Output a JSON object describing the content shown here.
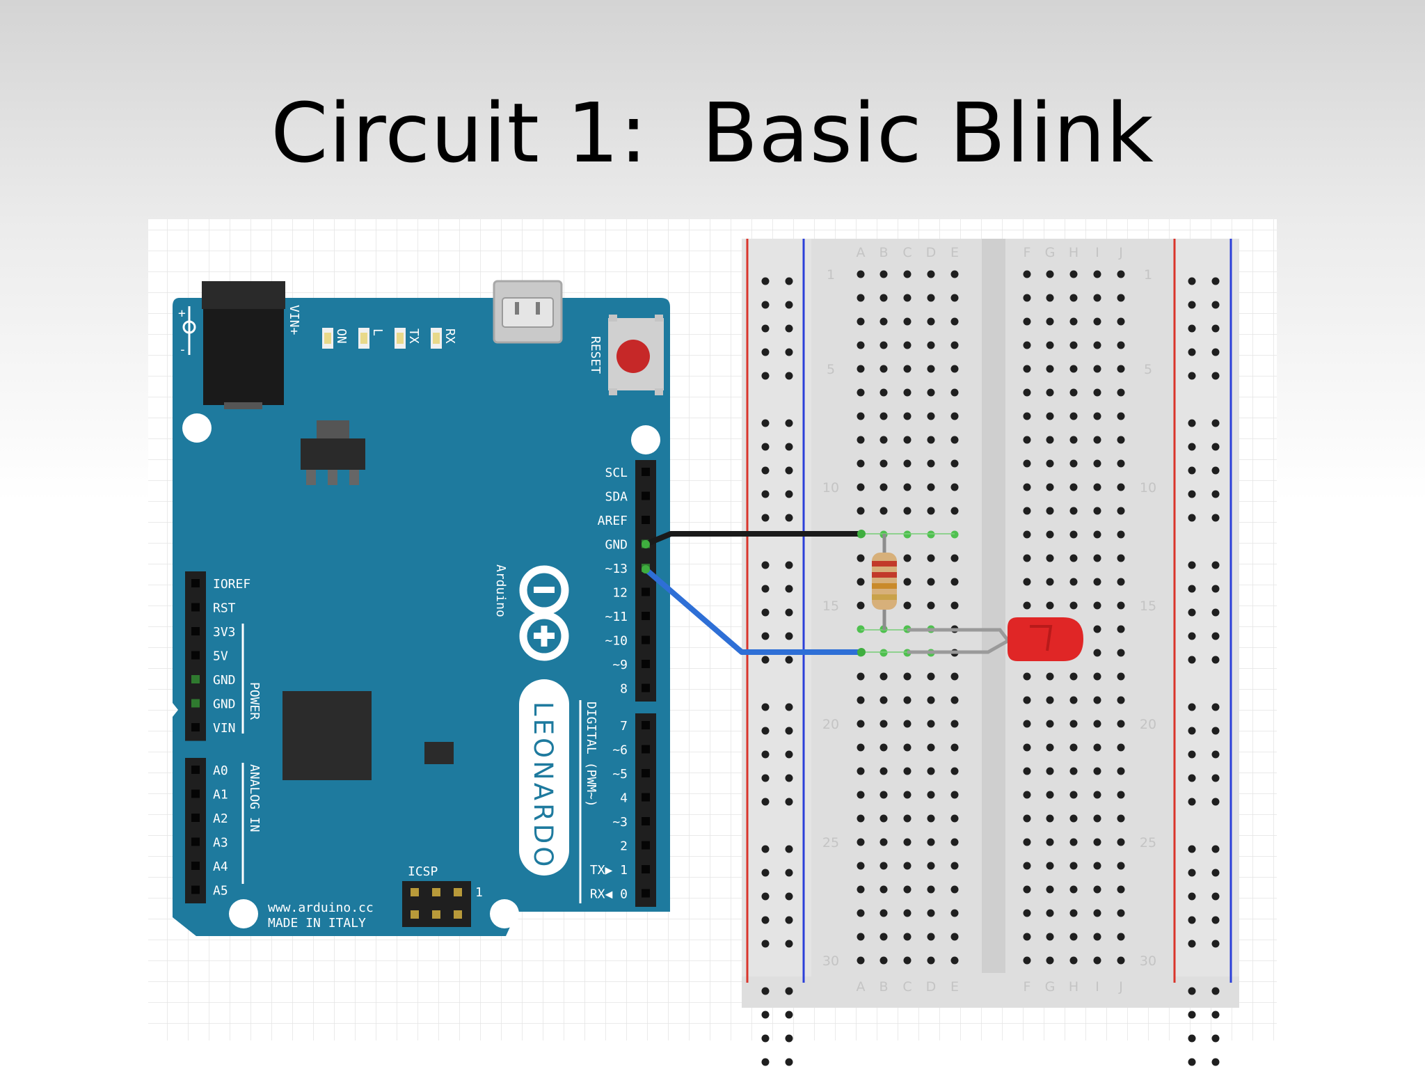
{
  "slide": {
    "title": "Circuit 1:  Basic Blink"
  },
  "board": {
    "brand": "Arduino",
    "model": "LEONARDO",
    "website": "www.arduino.cc",
    "made_in": "MADE IN ITALY",
    "icsp": "ICSP",
    "icsp_pin1": "1",
    "reset": "RESET",
    "vin_plus": "VIN+",
    "power_plus": "+",
    "power_minus": "-",
    "leds": [
      "ON",
      "L",
      "TX",
      "RX"
    ],
    "digital_header": [
      "SCL",
      "SDA",
      "AREF",
      "GND",
      "~13",
      "12",
      "~11",
      "~10",
      "~9",
      "8"
    ],
    "digital_header2": [
      "7",
      "~6",
      "~5",
      "4",
      "~3",
      "2",
      "TX▶ 1",
      "RX◀ 0"
    ],
    "digital_label": "DIGITAL (PWM~)",
    "power_pins": [
      "IOREF",
      "RST",
      "3V3",
      "5V",
      "GND",
      "GND",
      "VIN"
    ],
    "power_label": "POWER",
    "analog_pins": [
      "A0",
      "A1",
      "A2",
      "A3",
      "A4",
      "A5"
    ],
    "analog_label": "ANALOG IN",
    "colors": {
      "pcb": "#1e7a9e",
      "header": "#1f1f1f"
    }
  },
  "breadboard": {
    "columns_left": [
      "A",
      "B",
      "C",
      "D",
      "E"
    ],
    "columns_right": [
      "F",
      "G",
      "H",
      "I",
      "J"
    ],
    "row_numbers": [
      "1",
      "5",
      "10",
      "15",
      "20",
      "25",
      "30"
    ],
    "colors": {
      "body": "#dedede",
      "rail_red": "#d9342b",
      "rail_blue": "#2b3fd9"
    }
  },
  "wires": [
    {
      "name": "gnd-wire",
      "from": "GND",
      "to": "breadboard row 12",
      "color": "#1a1a1a"
    },
    {
      "name": "pin13-wire",
      "from": "~13",
      "to": "breadboard row 17",
      "color": "#2e6fd6"
    }
  ],
  "components": {
    "resistor": {
      "colors": [
        "#c23a2a",
        "#c23a2a",
        "#c98a2a",
        "#c9a24a"
      ]
    },
    "led": {
      "color": "#e02626"
    }
  }
}
